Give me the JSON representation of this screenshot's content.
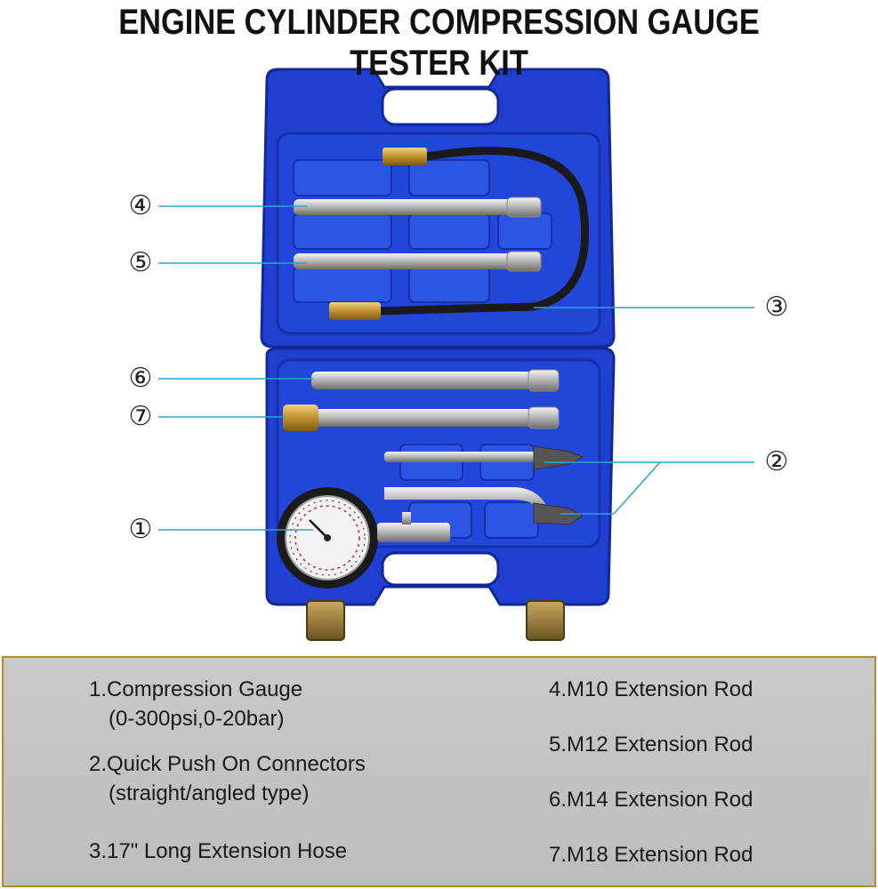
{
  "title": "ENGINE CYLINDER COMPRESSION GAUGE TESTER KIT",
  "callouts": {
    "c1": "①",
    "c2": "②",
    "c3": "③",
    "c4": "④",
    "c5": "⑤",
    "c6": "⑥",
    "c7": "⑦"
  },
  "legend": {
    "left": [
      {
        "line1": "1.Compression Gauge",
        "line2": "(0-300psi,0-20bar)"
      },
      {
        "line1": "2.Quick Push On Connectors",
        "line2": "(straight/angled type)"
      },
      {
        "line1": "3.17\" Long Extension Hose"
      }
    ],
    "right": [
      "4.M10 Extension Rod",
      "5.M12 Extension Rod",
      "6.M14 Extension Rod",
      "7.M18 Extension Rod"
    ]
  },
  "colors": {
    "case_blue": "#1e3fd0",
    "case_dark": "#1530a8",
    "leader_line": "#2aa7c9",
    "panel_border": "#b88a2a"
  },
  "icons": [
    "compression-gauge-icon",
    "extension-rod-icon",
    "extension-hose-icon",
    "push-connector-icon",
    "carry-case-icon",
    "latch-icon"
  ]
}
